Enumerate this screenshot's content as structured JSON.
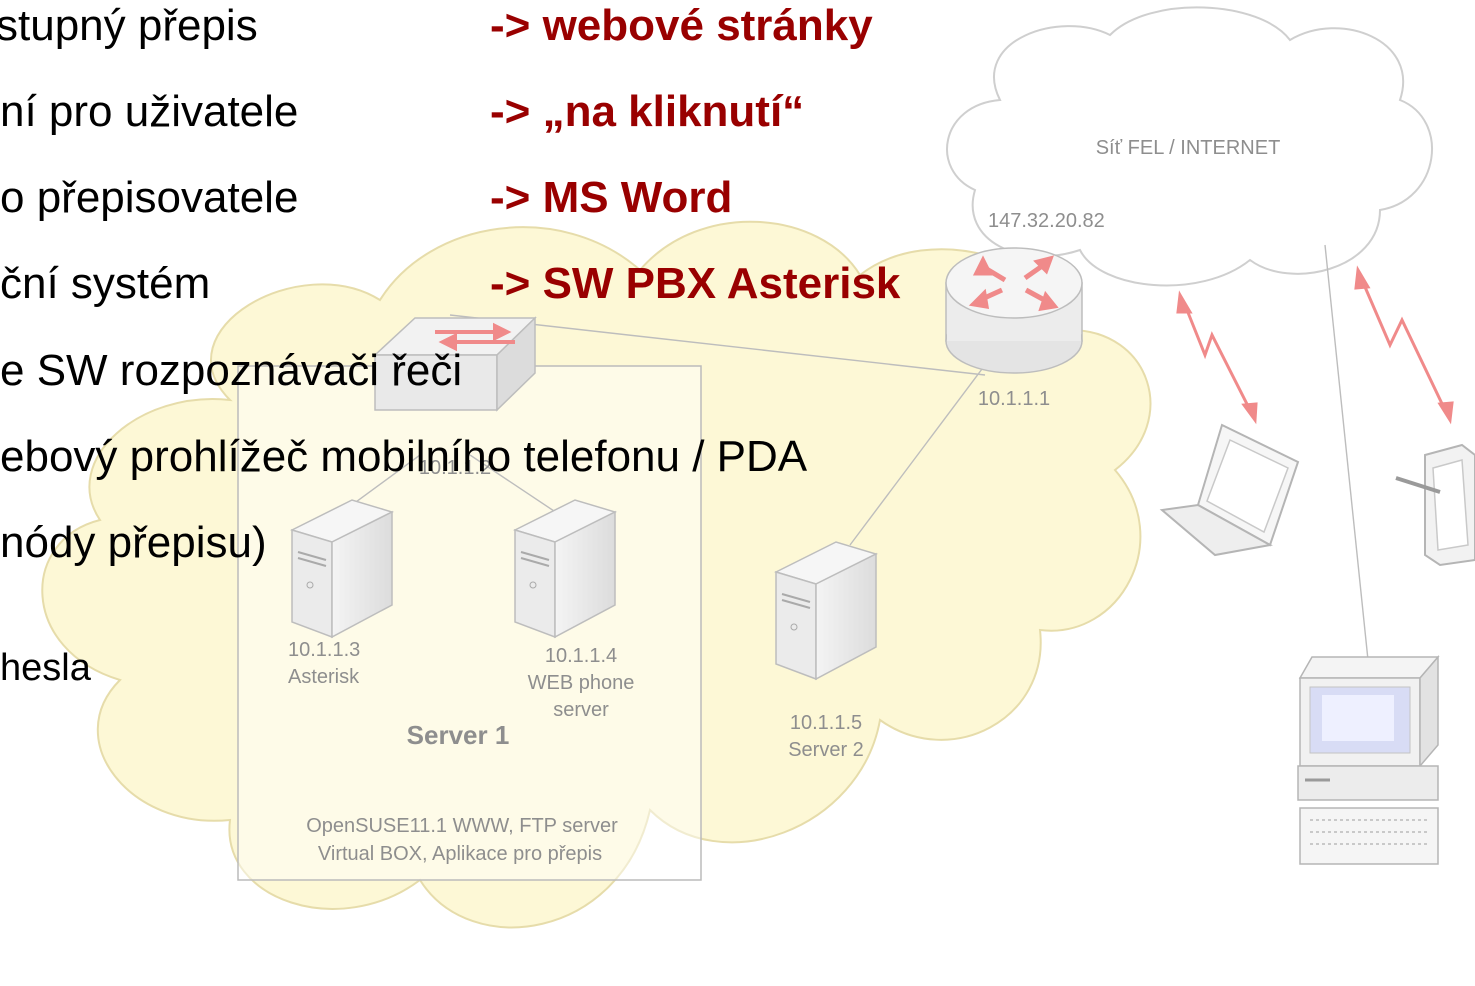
{
  "bullets": [
    "stupný přepis",
    "ní pro uživatele",
    "o přepisovatele",
    "ční systém",
    "e SW rozpoznávači řeči",
    "ebový prohlížeč mobilního telefonu / PDA",
    "nódy přepisu)",
    "hesla"
  ],
  "arrows": [
    "-> webové stránky",
    "-> „na kliknutí“",
    "-> MS Word",
    "-> SW PBX Asterisk"
  ],
  "diagram": {
    "internet_cloud_label": "Síť FEL / INTERNET",
    "router_public_ip": "147.32.20.82",
    "router_lan_ip": "10.1.1.1",
    "switch_label": "10.1.1.2",
    "asterisk_ip": "10.1.1.3",
    "asterisk_name": "Asterisk",
    "web_ip": "10.1.1.4",
    "web_name_line1": "WEB phone",
    "web_name_line2": "server",
    "server1_title": "Server 1",
    "server1_info_line1": "OpenSUSE11.1   WWW, FTP server",
    "server1_info_line2": "Virtual BOX, Aplikace pro přepis",
    "server2_ip": "10.1.1.5",
    "server2_name": "Server 2"
  },
  "colors": {
    "accent_red": "#990000",
    "lan_cloud_fill": "#fdf8d6",
    "signal_pink": "#f08a8a"
  }
}
